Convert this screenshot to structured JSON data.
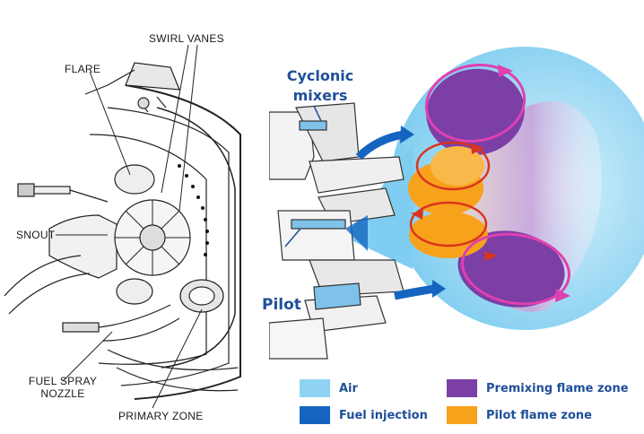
{
  "left_diagram": {
    "labels": {
      "swirl_vanes": "SWIRL VANES",
      "flare": "FLARE",
      "snout": "SNOUT",
      "fuel_spray_nozzle": "FUEL SPRAY NOZZLE",
      "primary_zone": "PRIMARY ZONE"
    }
  },
  "right_diagram": {
    "labels": {
      "cyclonic_mixers": "Cyclonic mixers",
      "pilot": "Pilot"
    }
  },
  "legend": [
    {
      "label": "Air",
      "color": "#8fd3f2"
    },
    {
      "label": "Fuel injection",
      "color": "#1565c0"
    },
    {
      "label": "Premixing flame zone",
      "color": "#7b3fa6"
    },
    {
      "label": "Pilot flame zone",
      "color": "#f7a21b"
    }
  ],
  "colors": {
    "label_blue": "#1f4f9a",
    "air": "#8fd3f2",
    "fuel": "#1565c0",
    "premix": "#7b3fa6",
    "pilot": "#f7a21b",
    "arrow_magenta": "#e040b0",
    "arrow_red": "#d9341c"
  }
}
